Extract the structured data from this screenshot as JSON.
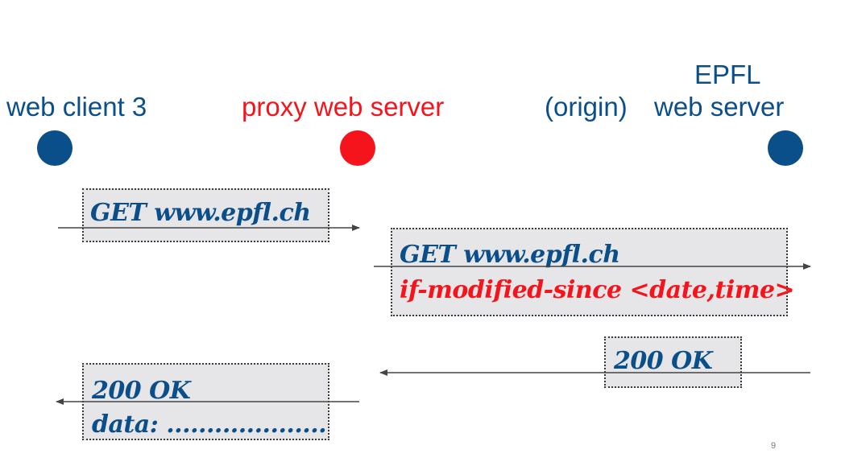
{
  "colors": {
    "blue": "#0b4f8a",
    "red": "#f5141b",
    "box_fill": "#e6e6e8",
    "arrow": "#444444"
  },
  "entities": {
    "client_label": "web client 3",
    "proxy_label": "proxy web server",
    "origin_tag": "(origin)",
    "origin_name_line1": "EPFL",
    "origin_name_line2": "web server"
  },
  "messages": {
    "client_request": {
      "line1": "GET www.epfl.ch"
    },
    "proxy_request": {
      "line1": "GET www.epfl.ch",
      "line2": "if-modified-since <date,time>"
    },
    "origin_response": {
      "line1": "200 OK"
    },
    "proxy_response": {
      "line1": "200 OK",
      "line2": "data: ...................."
    }
  },
  "page_number": "9"
}
